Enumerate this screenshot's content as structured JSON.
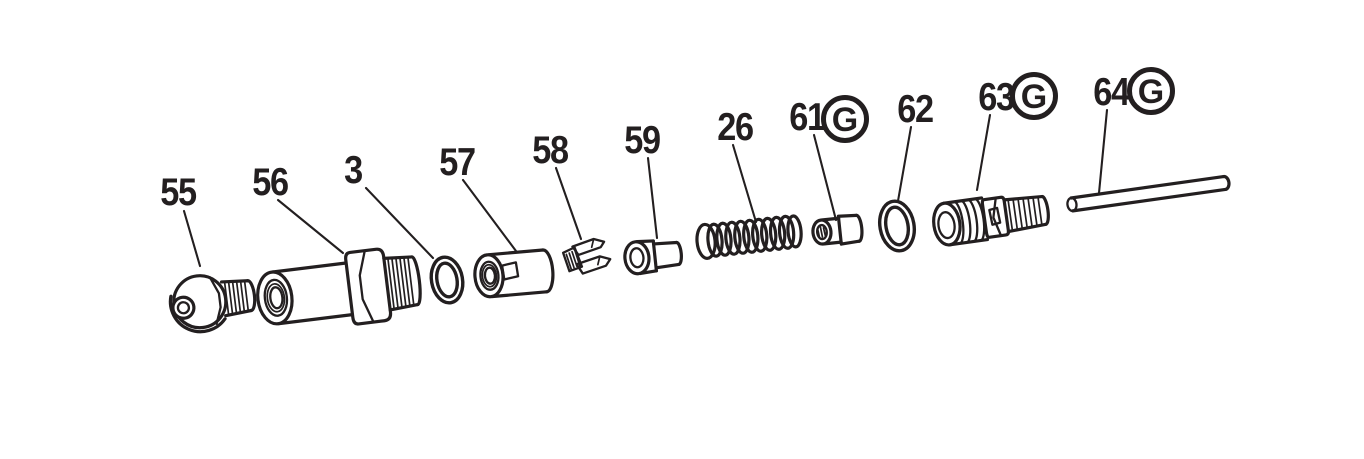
{
  "figure": {
    "type": "exploded-parts-diagram",
    "background": "#ffffff",
    "ink": "#231f20",
    "g_marker": "G",
    "callouts": [
      {
        "label": "55",
        "circled_g": false
      },
      {
        "label": "56",
        "circled_g": false
      },
      {
        "label": "3",
        "circled_g": false
      },
      {
        "label": "57",
        "circled_g": false
      },
      {
        "label": "58",
        "circled_g": false
      },
      {
        "label": "59",
        "circled_g": false
      },
      {
        "label": "26",
        "circled_g": false
      },
      {
        "label": "61",
        "circled_g": true
      },
      {
        "label": "62",
        "circled_g": false
      },
      {
        "label": "63",
        "circled_g": true
      },
      {
        "label": "64",
        "circled_g": true
      }
    ]
  }
}
